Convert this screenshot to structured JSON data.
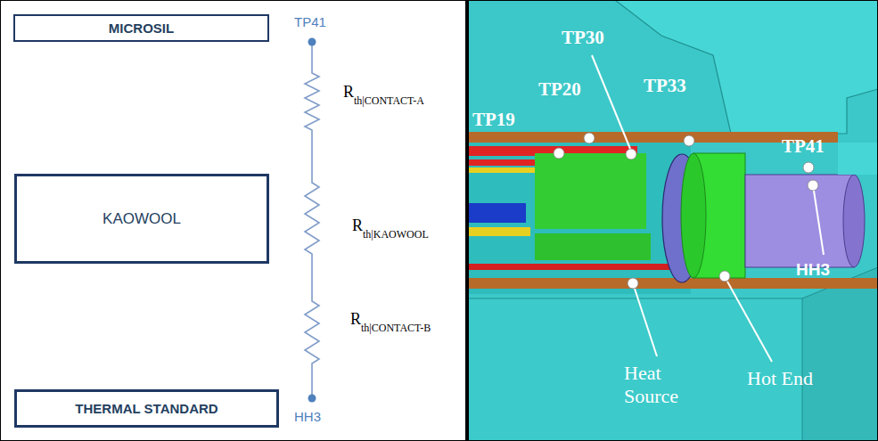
{
  "diagram": {
    "nodes": [
      {
        "text": [
          "MICROSIL"
        ]
      },
      {
        "text": [
          "KAOWOOL"
        ]
      },
      {
        "text": [
          "THERMAL STANDARD"
        ]
      }
    ],
    "labels": [
      "TP41",
      "R",
      "th|CONTACT-A",
      "R",
      "th|KAOWOOL",
      "R",
      "th|CONTACT-B",
      "HH3",
      "TP30",
      "TP20",
      "TP33",
      "TP19",
      "TP41",
      "HH3",
      "Heat Source",
      "Hot End"
    ]
  }
}
